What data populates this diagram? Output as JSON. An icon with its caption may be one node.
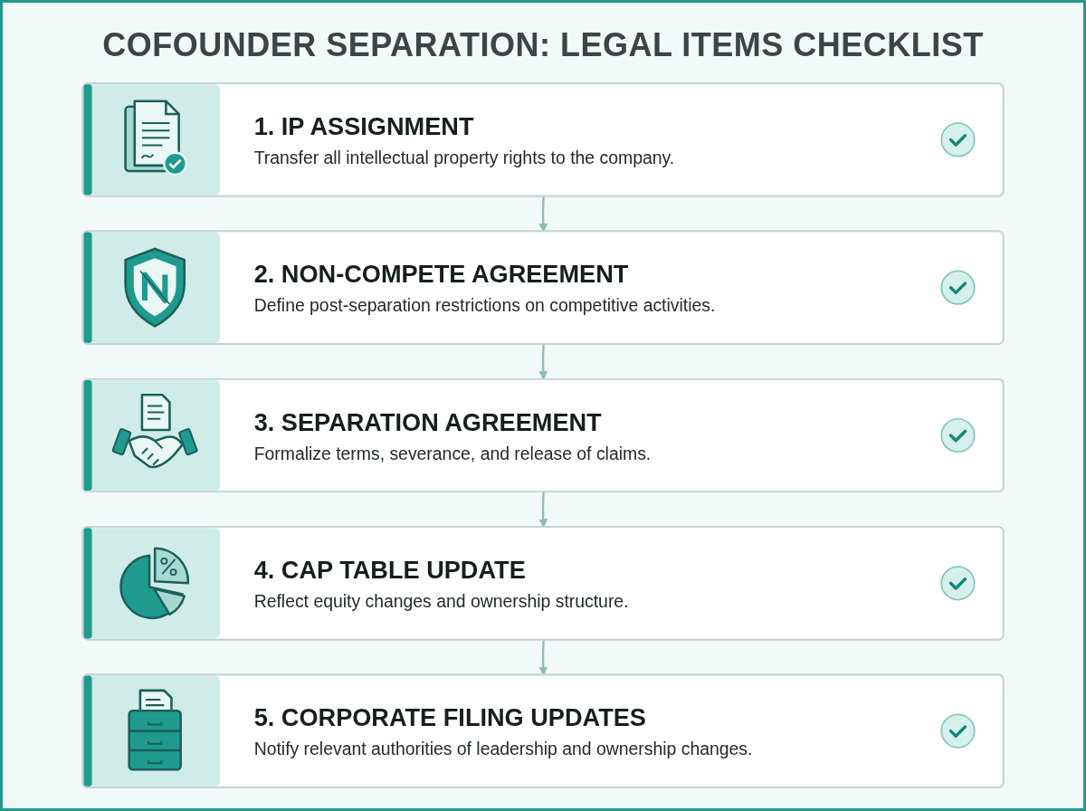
{
  "diagram": {
    "title": "COFOUNDER SEPARATION: LEGAL ITEMS CHECKLIST",
    "nodes": [
      {
        "text": [
          "1. IP ASSIGNMENT",
          "Transfer all intellectual property rights to the company."
        ]
      },
      {
        "text": [
          "2. NON-COMPETE AGREEMENT",
          "Define post-separation restrictions on competitive activities."
        ]
      },
      {
        "text": [
          "3. SEPARATION AGREEMENT",
          "Formalize terms, severance, and release of claims."
        ]
      },
      {
        "text": [
          "4. CAP TABLE UPDATE",
          "Reflect equity changes and ownership structure."
        ]
      },
      {
        "text": [
          "5. CORPORATE FILING UPDATES",
          "Notify relevant authorities of leadership and ownership changes."
        ]
      }
    ],
    "edges": [
      {
        "from": 0,
        "to": 1,
        "arrow": "to"
      },
      {
        "from": 1,
        "to": 2,
        "arrow": "to"
      },
      {
        "from": 2,
        "to": 3,
        "arrow": "to"
      },
      {
        "from": 3,
        "to": 4,
        "arrow": "to"
      }
    ]
  }
}
